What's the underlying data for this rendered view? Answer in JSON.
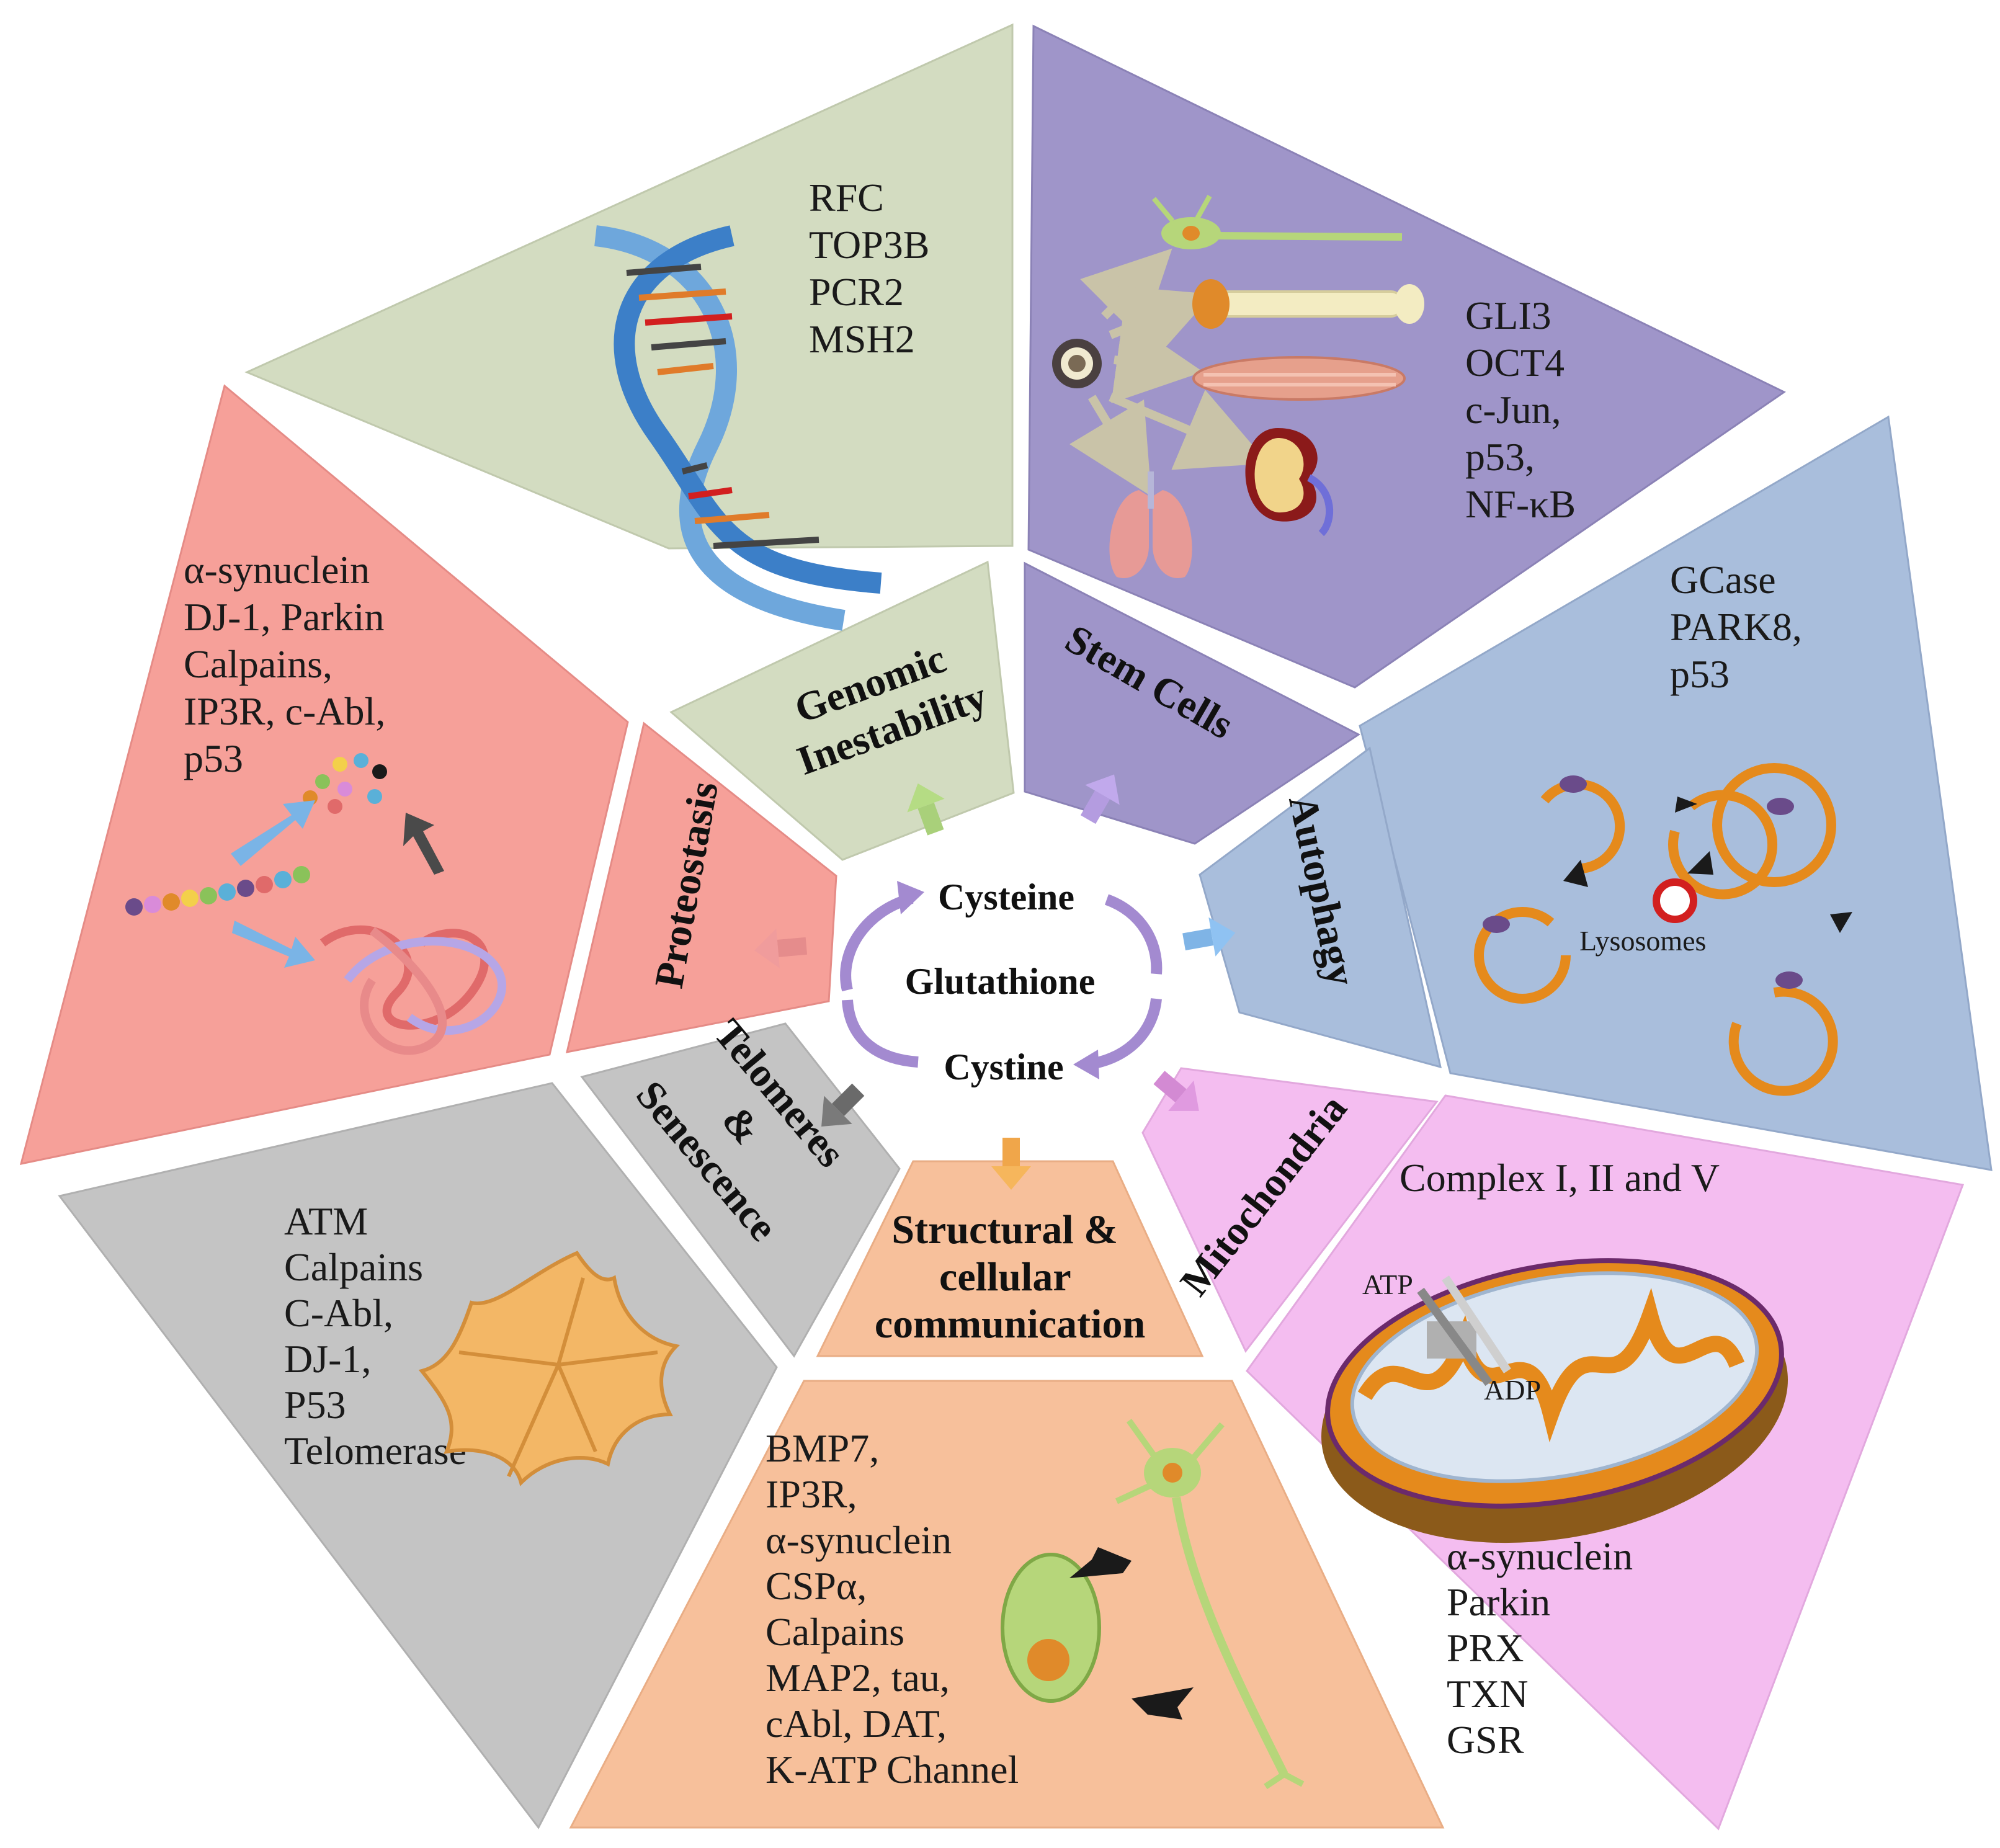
{
  "center": {
    "top": "Cysteine",
    "middle": "Glutathione",
    "bottom": "Cystine"
  },
  "sections": {
    "genomic": {
      "title_line1": "Genomic",
      "title_line2": "Inestability",
      "genes": [
        "RFC",
        "TOP3B",
        "PCR2",
        "MSH2"
      ],
      "color": "#d3dcc1"
    },
    "stem": {
      "title": "Stem Cells",
      "genes": [
        "GLI3",
        "OCT4",
        "c-Jun,",
        "p53,",
        "NF-κB"
      ],
      "color": "#9f95c9"
    },
    "autophagy": {
      "title": "Autophagy",
      "genes": [
        "GCase",
        "PARK8,",
        "p53"
      ],
      "caption": "Lysosomes",
      "color": "#a9bedc"
    },
    "mitochondria": {
      "title": "Mitochondria",
      "header": "Complex I, II and V",
      "atp": "ATP",
      "adp": "ADP",
      "genes": [
        "α-synuclein",
        "Parkin",
        "PRX",
        "TXN",
        "GSR"
      ],
      "color": "#f4bdf0"
    },
    "structural": {
      "title_line1": "Structural &",
      "title_line2": "cellular",
      "title_line3": "communication",
      "genes": [
        "BMP7,",
        "IP3R,",
        "α-synuclein",
        "CSPα,",
        "Calpains",
        "MAP2, tau,",
        "cAbl, DAT,",
        "K-ATP Channel"
      ],
      "color": "#f7c09b"
    },
    "telomeres": {
      "title_line1": "Telomeres",
      "title_line2": "&",
      "title_line3": "Senescence",
      "genes": [
        "ATM",
        "Calpains",
        "C-Abl,",
        "DJ-1,",
        "P53",
        "Telomerase"
      ],
      "color": "#c4c4c4"
    },
    "proteostasis": {
      "title": "Proteostasis",
      "genes": [
        "α-synuclein",
        "DJ-1, Parkin",
        "Calpains,",
        "IP3R, c-Abl,",
        "p53"
      ],
      "color": "#f6a099"
    }
  }
}
